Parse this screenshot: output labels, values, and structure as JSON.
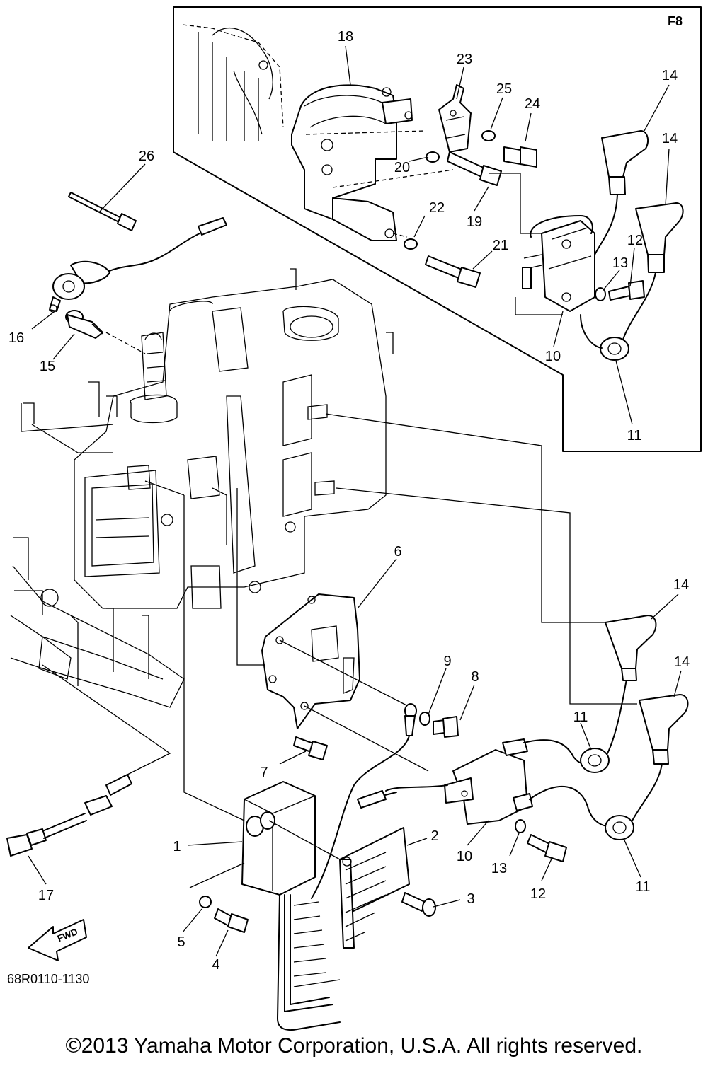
{
  "inset_label": "F8",
  "diagram_code": "68R0110-1130",
  "fwd_label": "FWD",
  "copyright": "©2013 Yamaha Motor Corporation, U.S.A. All rights reserved.",
  "callouts": {
    "c1": "1",
    "c2": "2",
    "c3": "3",
    "c4": "4",
    "c5": "5",
    "c6": "6",
    "c7": "7",
    "c8": "8",
    "c9": "9",
    "c10_inset": "10",
    "c10": "10",
    "c11_inset": "11",
    "c11_a": "11",
    "c11_b": "11",
    "c12_inset": "12",
    "c12": "12",
    "c13_inset": "13",
    "c13": "13",
    "c14_inset_a": "14",
    "c14_inset_b": "14",
    "c14_a": "14",
    "c14_b": "14",
    "c15": "15",
    "c16": "16",
    "c17": "17",
    "c18": "18",
    "c19": "19",
    "c20": "20",
    "c21": "21",
    "c22": "22",
    "c23": "23",
    "c24": "24",
    "c25": "25",
    "c26": "26"
  }
}
